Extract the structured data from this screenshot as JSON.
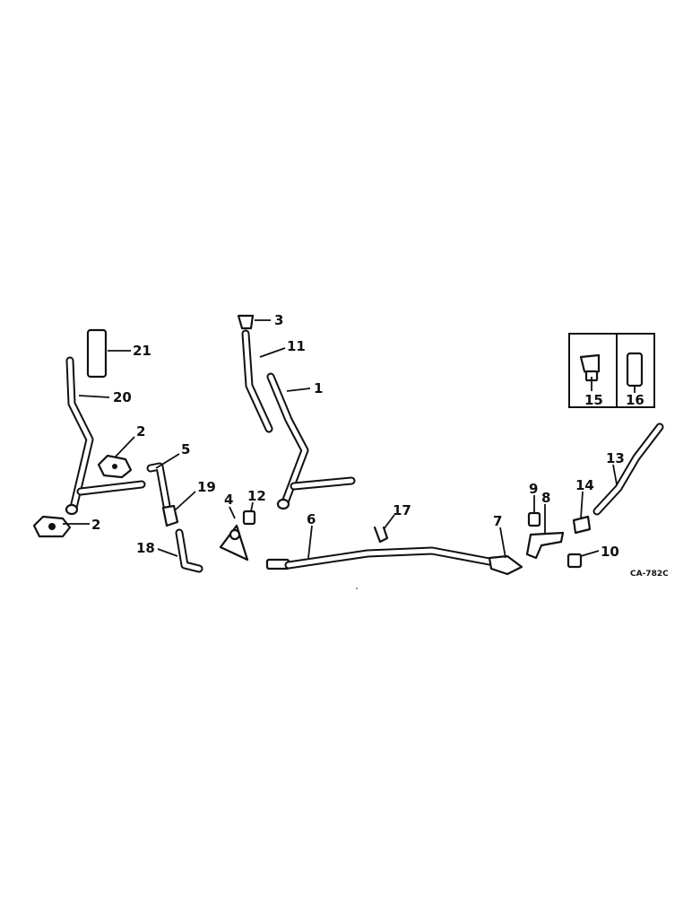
{
  "callouts": [
    "1",
    "2",
    "2",
    "3",
    "4",
    "5",
    "6",
    "7",
    "8",
    "9",
    "10",
    "11",
    "12",
    "13",
    "14",
    "15",
    "16",
    "17",
    "18",
    "19",
    "20",
    "21"
  ],
  "inset": {
    "left_label": "15",
    "right_label": "16"
  },
  "drawing_code": "CA-782C"
}
